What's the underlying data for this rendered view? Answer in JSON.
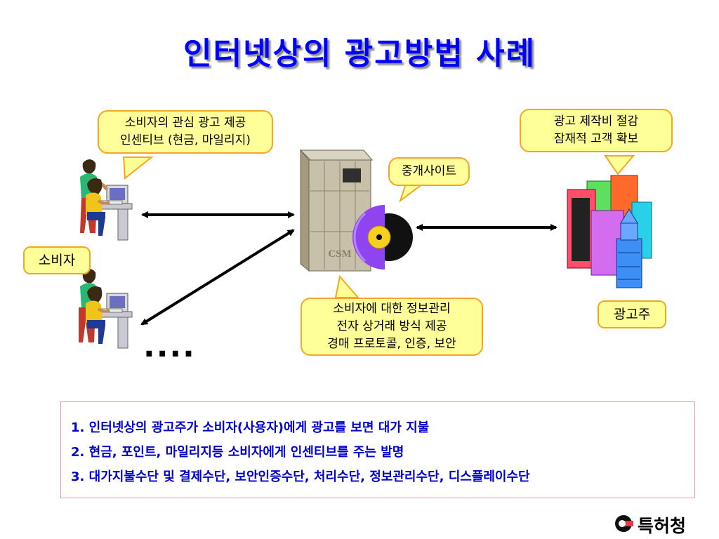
{
  "title": "인터넷상의 광고방법 사례",
  "bubbles": {
    "consumer_benefit": [
      "소비자의 관심  광고  제공",
      "인센티브 (현금, 마일리지)"
    ],
    "advertiser_benefit": [
      "광고  제작비 절감",
      "잠재적  고객 확보"
    ],
    "broker_site": "중개사이트",
    "csm_functions": [
      "소비자에 대한 정보관리",
      "전자 상거래   방식  제공",
      "경매 프로토콜, 인증, 보안"
    ]
  },
  "labels": {
    "consumer": "소비자",
    "advertiser": "광고주",
    "server": "CSM",
    "more": "...."
  },
  "claims": [
    "1. 인터넷상의 광고주가 소비자(사용자)에게 광고를 보면 대가 지불",
    "2. 현금, 포인트, 마일리지등 소비자에게 인센티브를 주는 발명",
    "3. 대가지불수단 및 결제수단, 보안인증수단, 처리수단, 정보관리수단, 디스플레이수단"
  ],
  "logo_text": "특허청",
  "colors": {
    "title": "#0000ff",
    "bubble_fill": "#ffff99",
    "bubble_border": "#f5a623",
    "claims_text": "#0000cc",
    "claims_border": "#e89aa4"
  }
}
